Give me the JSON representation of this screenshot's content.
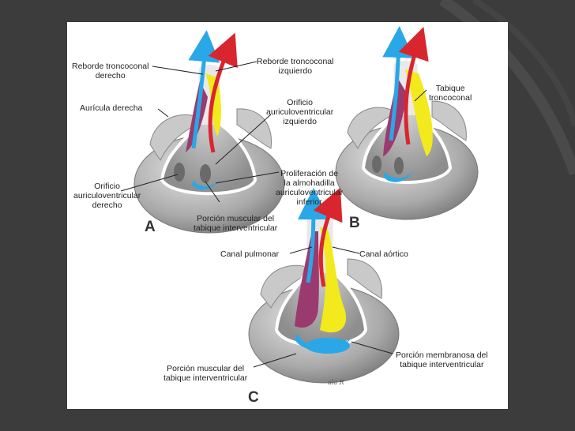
{
  "labels": {
    "reborde_derecho": "Reborde troncoconal\nderecho",
    "reborde_izquierdo": "Reborde troncoconal\nizquierdo",
    "auricula_derecha": "Aurícula derecha",
    "orificio_izquierdo": "Orificio\nauriculoventricular\nizquierdo",
    "orificio_derecho": "Orificio\nauriculoventricular\nderecho",
    "proliferacion": "Proliferación de\nla almohadilla\nauriculoventricular\ninferior",
    "porcion_muscular_a": "Porción muscular del\ntabique interventricular",
    "tabique_troncoconal": "Tabique\ntroncoconal",
    "canal_pulmonar": "Canal pulmonar",
    "canal_aortico": "Canal aórtico",
    "porcion_membranosa": "Porción membranosa del\ntabique interventricular",
    "porcion_muscular_c": "Porción muscular del\ntabique interventricular"
  },
  "panels": {
    "a": "A",
    "b": "B",
    "c": "C"
  },
  "signature": "ala R",
  "colors": {
    "slide_background": "#3c3c3c",
    "purple": "#9b3a6f",
    "yellow": "#f2ea1c",
    "blue": "#2aa7e6",
    "red": "#d9262e",
    "heart_gray": "#b5b5b5"
  }
}
